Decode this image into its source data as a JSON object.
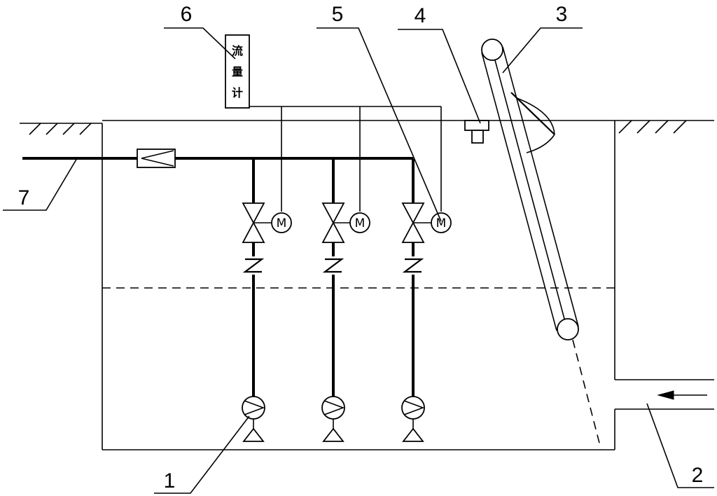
{
  "labels": {
    "pump": "1",
    "inlet": "2",
    "screen": "3",
    "sensor": "4",
    "valve": "5",
    "flowmeter": "6",
    "outlet": "7"
  },
  "flowmeter_text": [
    "流",
    "量",
    "计"
  ],
  "motor_letter": "M"
}
